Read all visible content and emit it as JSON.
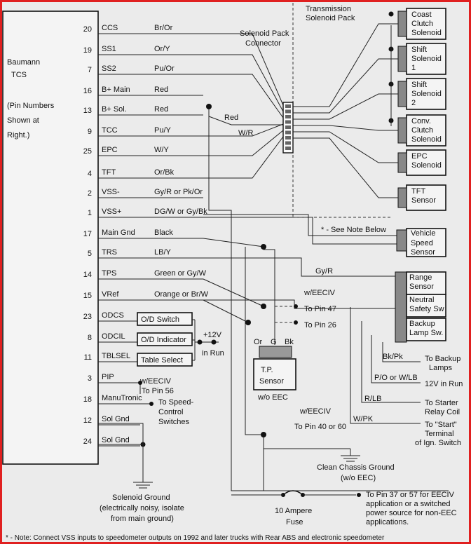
{
  "ecu": {
    "name": [
      "Baumann",
      "TCS"
    ],
    "note": [
      "(Pin Numbers",
      "Shown at",
      "Right.)"
    ]
  },
  "pins": [
    {
      "num": "20",
      "name": "CCS",
      "color": "Br/Or"
    },
    {
      "num": "19",
      "name": "SS1",
      "color": "Or/Y"
    },
    {
      "num": "7",
      "name": "SS2",
      "color": "Pu/Or"
    },
    {
      "num": "16",
      "name": "B+ Main",
      "color": "Red"
    },
    {
      "num": "13",
      "name": "B+ Sol.",
      "color": "Red"
    },
    {
      "num": "9",
      "name": "TCC",
      "color": "Pu/Y"
    },
    {
      "num": "25",
      "name": "EPC",
      "color": "W/Y"
    },
    {
      "num": "4",
      "name": "TFT",
      "color": "Or/Bk"
    },
    {
      "num": "2",
      "name": "VSS-",
      "color": "Gy/R or Pk/Or"
    },
    {
      "num": "1",
      "name": "VSS+",
      "color": "DG/W or Gy/Bk"
    },
    {
      "num": "17",
      "name": "Main Gnd",
      "color": "Black"
    },
    {
      "num": "5",
      "name": "TRS",
      "color": "LB/Y"
    },
    {
      "num": "14",
      "name": "TPS",
      "color": "Green or Gy/W"
    },
    {
      "num": "15",
      "name": "VRef",
      "color": "Orange or Br/W"
    },
    {
      "num": "23",
      "name": "ODCS",
      "color": ""
    },
    {
      "num": "8",
      "name": "ODCIL",
      "color": ""
    },
    {
      "num": "11",
      "name": "TBLSEL",
      "color": ""
    },
    {
      "num": "3",
      "name": "PIP",
      "color": ""
    },
    {
      "num": "18",
      "name": "ManuTronic",
      "color": ""
    },
    {
      "num": "12",
      "name": "Sol Gnd",
      "color": ""
    },
    {
      "num": "24",
      "name": "Sol Gnd",
      "color": ""
    }
  ],
  "switches": [
    "O/D Switch",
    "O/D Indicator",
    "Table Select"
  ],
  "solenoid_pack": {
    "title": [
      "Transmission",
      "Solenoid Pack"
    ],
    "connector": [
      "Solenoid Pack",
      "Connector"
    ],
    "items": [
      [
        "Coast",
        "Clutch",
        "Solenoid"
      ],
      [
        "Shift",
        "Solenoid",
        "1"
      ],
      [
        "Shift",
        "Solenoid",
        "2"
      ],
      [
        "Conv.",
        "Clutch",
        "Solenoid"
      ],
      [
        "EPC",
        "Solenoid"
      ],
      [
        "TFT",
        "Sensor"
      ]
    ]
  },
  "vss": {
    "label": [
      "Vehicle",
      "Speed",
      "Sensor"
    ],
    "note": "* - See Note Below"
  },
  "range": {
    "items": [
      [
        "Range",
        "Sensor"
      ],
      [
        "Neutral",
        "Safety Sw"
      ],
      [
        "Backup",
        "Lamp Sw."
      ]
    ],
    "wire": "Gy/R"
  },
  "tp_sensor": {
    "label": [
      "T.P.",
      "Sensor"
    ],
    "pins": [
      "Or",
      "G",
      "Bk"
    ],
    "sub": "w/o EEC"
  },
  "labels": {
    "red": "Red",
    "wr": "W/R",
    "eeciv_a": "w/EECIV",
    "to_pin_47": "To Pin 47",
    "to_pin_26": "To Pin 26",
    "plus12": "+12V",
    "in_run": "in Run",
    "pip_eeciv": "w/EECIV",
    "to_pin_56": "To Pin 56",
    "speed_ctrl": [
      "To Speed-",
      "Control",
      "Switches"
    ],
    "eeciv_b": "w/EECIV",
    "to_pin_4060": "To Pin 40 or 60",
    "bkpk": "Bk/Pk",
    "pow": "P/O or W/LB",
    "rlb": "R/LB",
    "wpk": "W/PK",
    "to_backup": [
      "To Backup",
      "Lamps"
    ],
    "v12_run": "12V in Run",
    "to_starter": [
      "To Starter",
      "Relay Coil"
    ],
    "to_start": [
      "To \"Start\"",
      "Terminal",
      "of Ign. Switch"
    ],
    "chassis_gnd": [
      "Clean Chassis Ground",
      "(w/o EEC)"
    ],
    "sol_ground": [
      "Solenoid Ground",
      "(electrically noisy, isolate",
      "from main ground)"
    ],
    "fuse": [
      "10 Ampere",
      "Fuse"
    ],
    "to_pin_3757": [
      "To Pin 37 or 57 for EECIV",
      "application or a switched",
      "power source for non-EEC",
      "applications."
    ],
    "footnote": "* - Note: Connect VSS inputs to speedometer outputs on 1992 and later trucks with Rear ABS and electronic speedometer"
  }
}
